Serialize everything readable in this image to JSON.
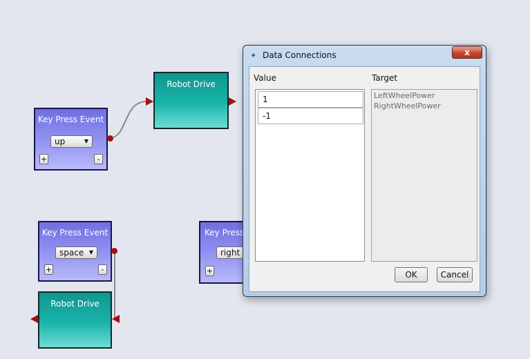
{
  "canvas": {
    "blocks": [
      {
        "type": "key_press_event",
        "title": "Key Press Event",
        "selected_key": "up",
        "plus": "+",
        "minus": "-"
      },
      {
        "type": "robot_drive",
        "title": "Robot Drive"
      },
      {
        "type": "key_press_event",
        "title": "Key Press Event",
        "selected_key": "space",
        "plus": "+",
        "minus": "-"
      },
      {
        "type": "robot_drive",
        "title": "Robot Drive"
      },
      {
        "type": "key_press_event",
        "title": "Key Press",
        "selected_key": "right",
        "plus": "+"
      }
    ],
    "dropdown_arrow": "▼"
  },
  "dialog": {
    "title": "Data Connections",
    "close_label": "x",
    "value_header": "Value",
    "target_header": "Target",
    "values": [
      "1",
      "-1"
    ],
    "targets": [
      "LeftWheelPower",
      "RightWheelPower"
    ],
    "ok_label": "OK",
    "cancel_label": "Cancel"
  },
  "colors": {
    "background": "#e3e6ef",
    "key_press_block": "#8d8df0",
    "robot_drive_block": "#19b4aa",
    "port": "#a40f0f",
    "close_button": "#c6452d"
  }
}
